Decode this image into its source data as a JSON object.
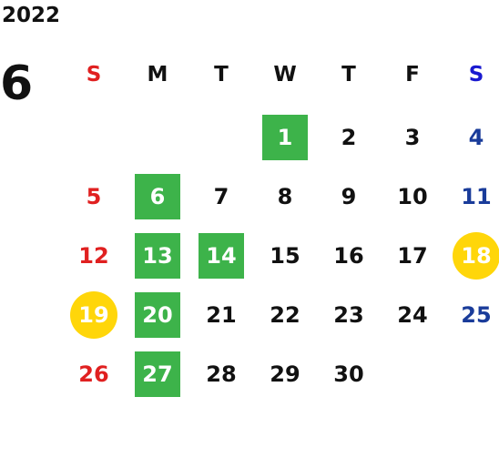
{
  "calendar": {
    "year": "2022",
    "month": "6",
    "weekdays": [
      {
        "label": "S",
        "color": "#e02020"
      },
      {
        "label": "M",
        "color": "#111111"
      },
      {
        "label": "T",
        "color": "#111111"
      },
      {
        "label": "W",
        "color": "#111111"
      },
      {
        "label": "T",
        "color": "#111111"
      },
      {
        "label": "F",
        "color": "#111111"
      },
      {
        "label": "S",
        "color": "#1a1ad0"
      }
    ],
    "first_weekday_index": 3,
    "days": [
      {
        "label": "1",
        "highlight": "green"
      },
      {
        "label": "2",
        "highlight": "none"
      },
      {
        "label": "3",
        "highlight": "none"
      },
      {
        "label": "4",
        "highlight": "none"
      },
      {
        "label": "5",
        "highlight": "none"
      },
      {
        "label": "6",
        "highlight": "green"
      },
      {
        "label": "7",
        "highlight": "none"
      },
      {
        "label": "8",
        "highlight": "none"
      },
      {
        "label": "9",
        "highlight": "none"
      },
      {
        "label": "10",
        "highlight": "none"
      },
      {
        "label": "11",
        "highlight": "none"
      },
      {
        "label": "12",
        "highlight": "none"
      },
      {
        "label": "13",
        "highlight": "green"
      },
      {
        "label": "14",
        "highlight": "green"
      },
      {
        "label": "15",
        "highlight": "none"
      },
      {
        "label": "16",
        "highlight": "none"
      },
      {
        "label": "17",
        "highlight": "none"
      },
      {
        "label": "18",
        "highlight": "yellow"
      },
      {
        "label": "19",
        "highlight": "yellow"
      },
      {
        "label": "20",
        "highlight": "green"
      },
      {
        "label": "21",
        "highlight": "none"
      },
      {
        "label": "22",
        "highlight": "none"
      },
      {
        "label": "23",
        "highlight": "none"
      },
      {
        "label": "24",
        "highlight": "none"
      },
      {
        "label": "25",
        "highlight": "none"
      },
      {
        "label": "26",
        "highlight": "none"
      },
      {
        "label": "27",
        "highlight": "green"
      },
      {
        "label": "28",
        "highlight": "none"
      },
      {
        "label": "29",
        "highlight": "none"
      },
      {
        "label": "30",
        "highlight": "none"
      }
    ]
  },
  "colors": {
    "sunday": "#e02020",
    "saturday": "#1a3c9a",
    "weekday": "#111111",
    "highlight_green": "#3db34a",
    "highlight_yellow": "#ffd60a",
    "highlight_text": "#ffffff"
  }
}
